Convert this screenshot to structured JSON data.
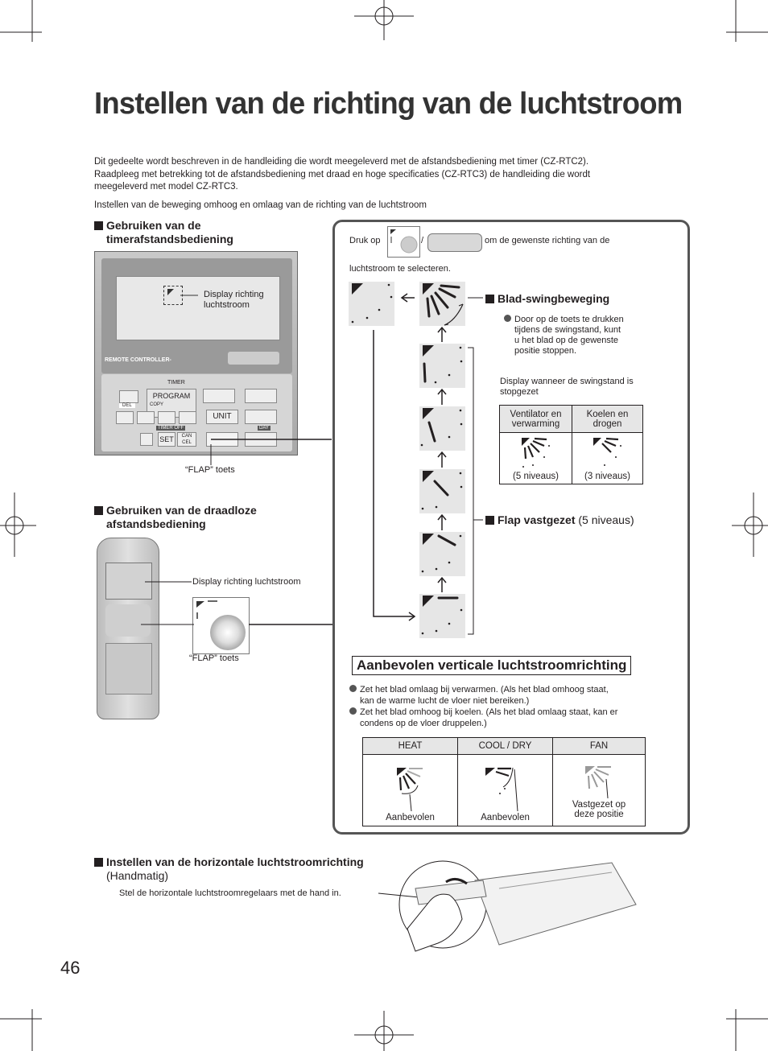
{
  "page": {
    "title": "Instellen van de richting van de luchtstroom",
    "intro": [
      "Dit gedeelte wordt beschreven in de handleiding die wordt meegeleverd met de afstandsbediening met timer (CZ-RTC2).",
      "Raadpleeg met betrekking tot de afstandsbediening met draad en hoge specificaties (CZ-RTC3) de handleiding die wordt",
      "meegeleverd met model CZ-RTC3."
    ],
    "subtitle": "Instellen van de beweging omhoog en omlaag van de richting van de luchtstroom",
    "page_number": "46"
  },
  "timer_section": {
    "heading_line1": "Gebruiken van de",
    "heading_line2": "timerafstandsbediening",
    "display_label_line1": "Display richting",
    "display_label_line2": "luchtstroom",
    "remote_label": "REMOTE CONTROLLER-",
    "timer_label": "TIMER",
    "program_label": "PROGRAM",
    "copy_label": "COPY",
    "del_label": "DEL",
    "unit_label": "UNIT",
    "set_label": "SET",
    "cancel_label": "CAN CEL",
    "timer_off_label": "TIMER OFF",
    "day_label": "DAY",
    "flap_label": "“FLAP” toets"
  },
  "wireless_section": {
    "heading_line1": "Gebruiken van de draadloze",
    "heading_line2": "afstandsbediening",
    "display_label": "Display richting luchtstroom",
    "flap_label": "“FLAP” toets"
  },
  "right_panel": {
    "press_prefix": "Druk op",
    "press_slash": "/",
    "press_suffix": "om de gewenste richting van de",
    "press_line2": "luchtstroom te selecteren.",
    "swing_heading": "Blad-swingbeweging",
    "swing_text": [
      "Door op de toets te drukken",
      "tijdens de swingstand, kunt",
      "u het blad op de gewenste",
      "positie stoppen."
    ],
    "stop_display_line1": "Display wanneer de swingstand is",
    "stop_display_line2": "stopgezet",
    "stop_table": {
      "headers": [
        "Ventilator en verwarming",
        "Koelen en drogen"
      ],
      "header_lines": [
        [
          "Ventilator en",
          "verwarming"
        ],
        [
          "Koelen en",
          "drogen"
        ]
      ],
      "levels": [
        "(5 niveaus)",
        "(3 niveaus)"
      ]
    },
    "fixed_heading": "Flap vastgezet",
    "fixed_suffix": "(5 niveaus)",
    "recommend_heading": "Aanbevolen verticale luchtstroomrichting",
    "recommend_bullets": [
      [
        "Zet het blad omlaag bij verwarmen. (Als het blad omhoog staat,",
        "kan de warme lucht de vloer niet bereiken.)"
      ],
      [
        "Zet het blad omhoog bij koelen. (Als het blad omlaag staat, kan er",
        "condens op de vloer druppelen.)"
      ]
    ],
    "recommend_table": {
      "headers": [
        "HEAT",
        "COOL / DRY",
        "FAN"
      ],
      "captions": [
        "Aanbevolen",
        "Aanbevolen",
        "Vastgezet op deze positie"
      ],
      "caption_lines_fan": [
        "Vastgezet op",
        "deze positie"
      ]
    }
  },
  "horizontal_section": {
    "heading": "Instellen van de horizontale luchtstroomrichting",
    "heading_sub": "(Handmatig)",
    "text": "Stel de horizontale luchtstroomregelaars met de hand in."
  }
}
